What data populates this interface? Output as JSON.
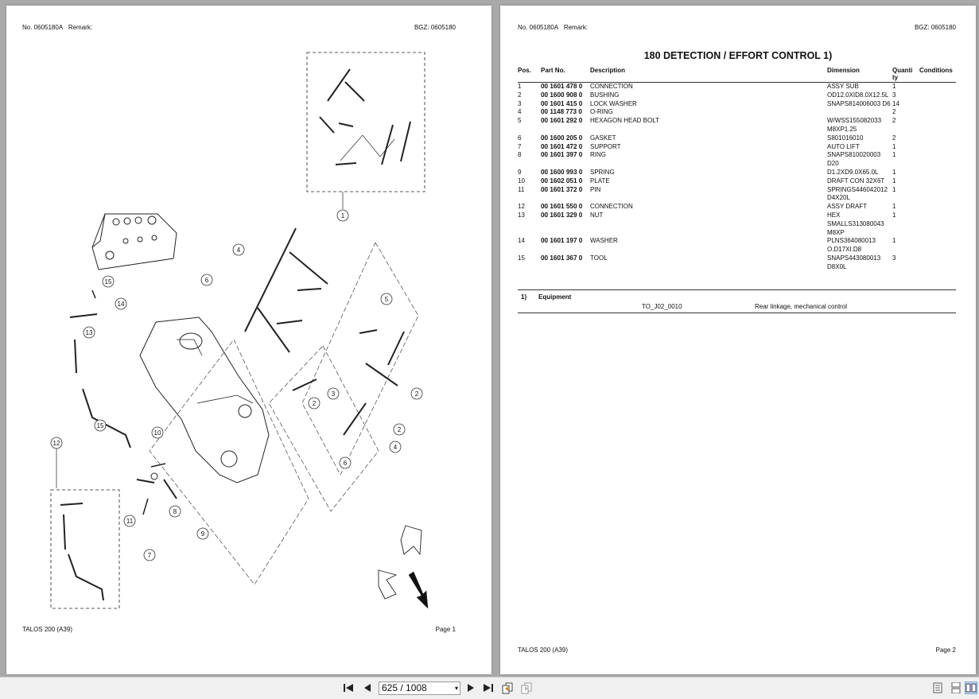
{
  "viewer": {
    "page_indicator": "625 / 1008"
  },
  "page1": {
    "doc_no": "No. 0605180A",
    "remark": "Remark:",
    "bgz": "BGZ: 0605180",
    "model": "TALOS 200 (A39)",
    "page_label": "Page 1",
    "callouts": [
      "1",
      "2",
      "2",
      "2",
      "3",
      "4",
      "4",
      "5",
      "6",
      "6",
      "7",
      "8",
      "9",
      "10",
      "11",
      "12",
      "13",
      "14",
      "15",
      "15"
    ]
  },
  "page2": {
    "doc_no": "No. 0605180A",
    "remark": "Remark:",
    "bgz": "BGZ: 0605180",
    "title": "180 DETECTION / EFFORT CONTROL  1)",
    "columns": [
      "Pos.",
      "Part No.",
      "Description",
      "Dimension",
      "Quanti ty",
      "Conditions"
    ],
    "rows": [
      {
        "pos": "1",
        "part": "00 1601 478 0",
        "desc": "CONNECTION",
        "dim": "ASSY SUB",
        "qty": "1"
      },
      {
        "pos": "2",
        "part": "00 1600 908 0",
        "desc": "BUSHING",
        "dim": "OD12.0XID8.0X12.5L",
        "qty": "3"
      },
      {
        "pos": "3",
        "part": "00 1601 415 0",
        "desc": "LOCK WASHER",
        "dim": "SNAPS814006003 D6",
        "qty": "14"
      },
      {
        "pos": "4",
        "part": "00 1148 773 0",
        "desc": "O-RING",
        "dim": "",
        "qty": "2"
      },
      {
        "pos": "5",
        "part": "00 1601 292 0",
        "desc": "HEXAGON HEAD BOLT",
        "dim": "W/WSS155082033 M8XP1.25",
        "qty": "2"
      },
      {
        "pos": "6",
        "part": "00 1600 205 0",
        "desc": "GASKET",
        "dim": "S801016010",
        "qty": "2"
      },
      {
        "pos": "7",
        "part": "00 1601 472 0",
        "desc": "SUPPORT",
        "dim": "AUTO LIFT",
        "qty": "1"
      },
      {
        "pos": "8",
        "part": "00 1601 397 0",
        "desc": "RING",
        "dim": "SNAPS810020003 D20",
        "qty": "1"
      },
      {
        "pos": "9",
        "part": "00 1600 993 0",
        "desc": "SPRING",
        "dim": "D1.2XD9.0X65.0L",
        "qty": "1"
      },
      {
        "pos": "10",
        "part": "00 1602 051 0",
        "desc": "PLATE",
        "dim": "DRAFT CON 32X6T",
        "qty": "1"
      },
      {
        "pos": "11",
        "part": "00 1601 372 0",
        "desc": "PIN",
        "dim": "SPRINGS446042012 D4X20L",
        "qty": "1"
      },
      {
        "pos": "12",
        "part": "00 1601 550 0",
        "desc": "CONNECTION",
        "dim": "ASSY DRAFT",
        "qty": "1"
      },
      {
        "pos": "13",
        "part": "00 1601 329 0",
        "desc": "NUT",
        "dim": "HEX SMALLS313080043 M8XP",
        "qty": "1"
      },
      {
        "pos": "14",
        "part": "00 1601 197 0",
        "desc": "WASHER",
        "dim": "PLNS364080013 O.D17XI.D8",
        "qty": "1"
      },
      {
        "pos": "15",
        "part": "00 1601 367 0",
        "desc": "TOOL",
        "dim": "SNAPS443080013 D8X0L",
        "qty": "3"
      }
    ],
    "footnote": {
      "marker": "1)",
      "label": "Equipment",
      "code": "TO_J02_0010",
      "text": "Rear linkage, mechanical control"
    },
    "model": "TALOS 200 (A39)",
    "page_label": "Page 2"
  }
}
